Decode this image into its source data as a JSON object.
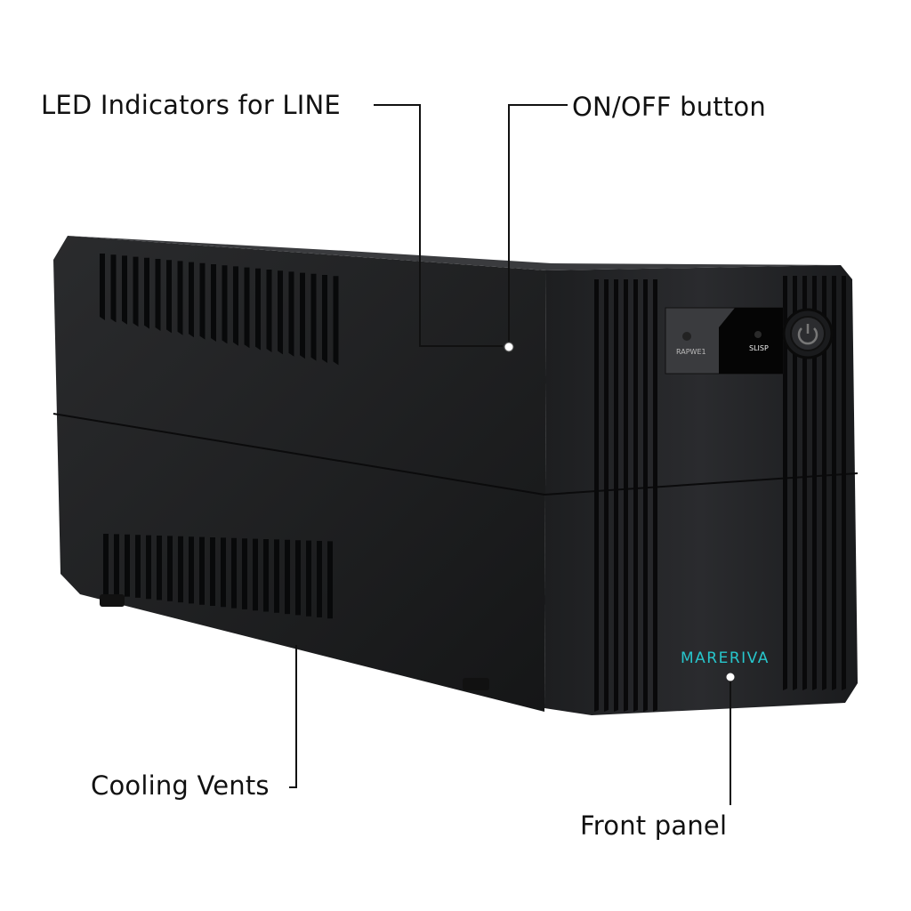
{
  "callouts": {
    "led": "LED Indicators  for LINE",
    "power": "ON/OFF button",
    "vents": "Cooling Vents",
    "front": "Front panel"
  },
  "device": {
    "brand": "MARERIVA",
    "led_label_left": "RAPWE1",
    "led_label_right": "SLISP",
    "brand_color": "#27c6cc",
    "body_color": "#1c1d1f"
  }
}
